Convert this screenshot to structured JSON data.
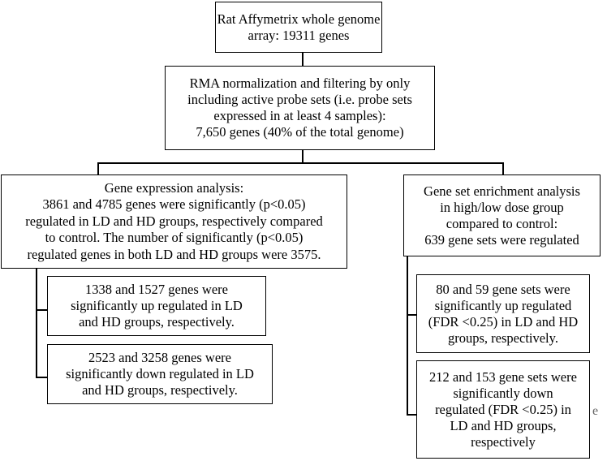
{
  "boxes": {
    "top": [
      "Rat Affymetrix whole genome",
      "array: 19311 genes"
    ],
    "normalization": [
      "RMA normalization and filtering by only",
      "including active probe sets (i.e. probe sets",
      "expressed in at least 4 samples):",
      "7,650 genes (40% of the total genome)"
    ],
    "gea": [
      "Gene expression analysis:",
      "3861 and 4785 genes were significantly (p<0.05)",
      "regulated in LD and HD groups, respectively compared",
      "to control. The number of significantly (p<0.05)",
      "regulated genes in both LD and HD groups were 3575."
    ],
    "gsea": [
      "Gene set enrichment analysis",
      "in high/low dose group",
      "compared to control:",
      "639 gene sets were regulated"
    ],
    "gea_up": [
      "1338 and 1527 genes were",
      "significantly up regulated in LD",
      "and HD groups, respectively."
    ],
    "gea_down": [
      "2523 and 3258 genes were",
      "significantly down regulated in LD",
      "and HD groups, respectively."
    ],
    "gsea_up": [
      "80 and 59 gene sets were",
      "significantly up regulated",
      "(FDR <0.25) in LD and HD",
      "groups, respectively."
    ],
    "gsea_down": [
      "212 and 153 gene sets were",
      "significantly down",
      "regulated (FDR <0.25) in",
      "LD and HD groups,",
      "respectively"
    ]
  },
  "stray_char": "e"
}
